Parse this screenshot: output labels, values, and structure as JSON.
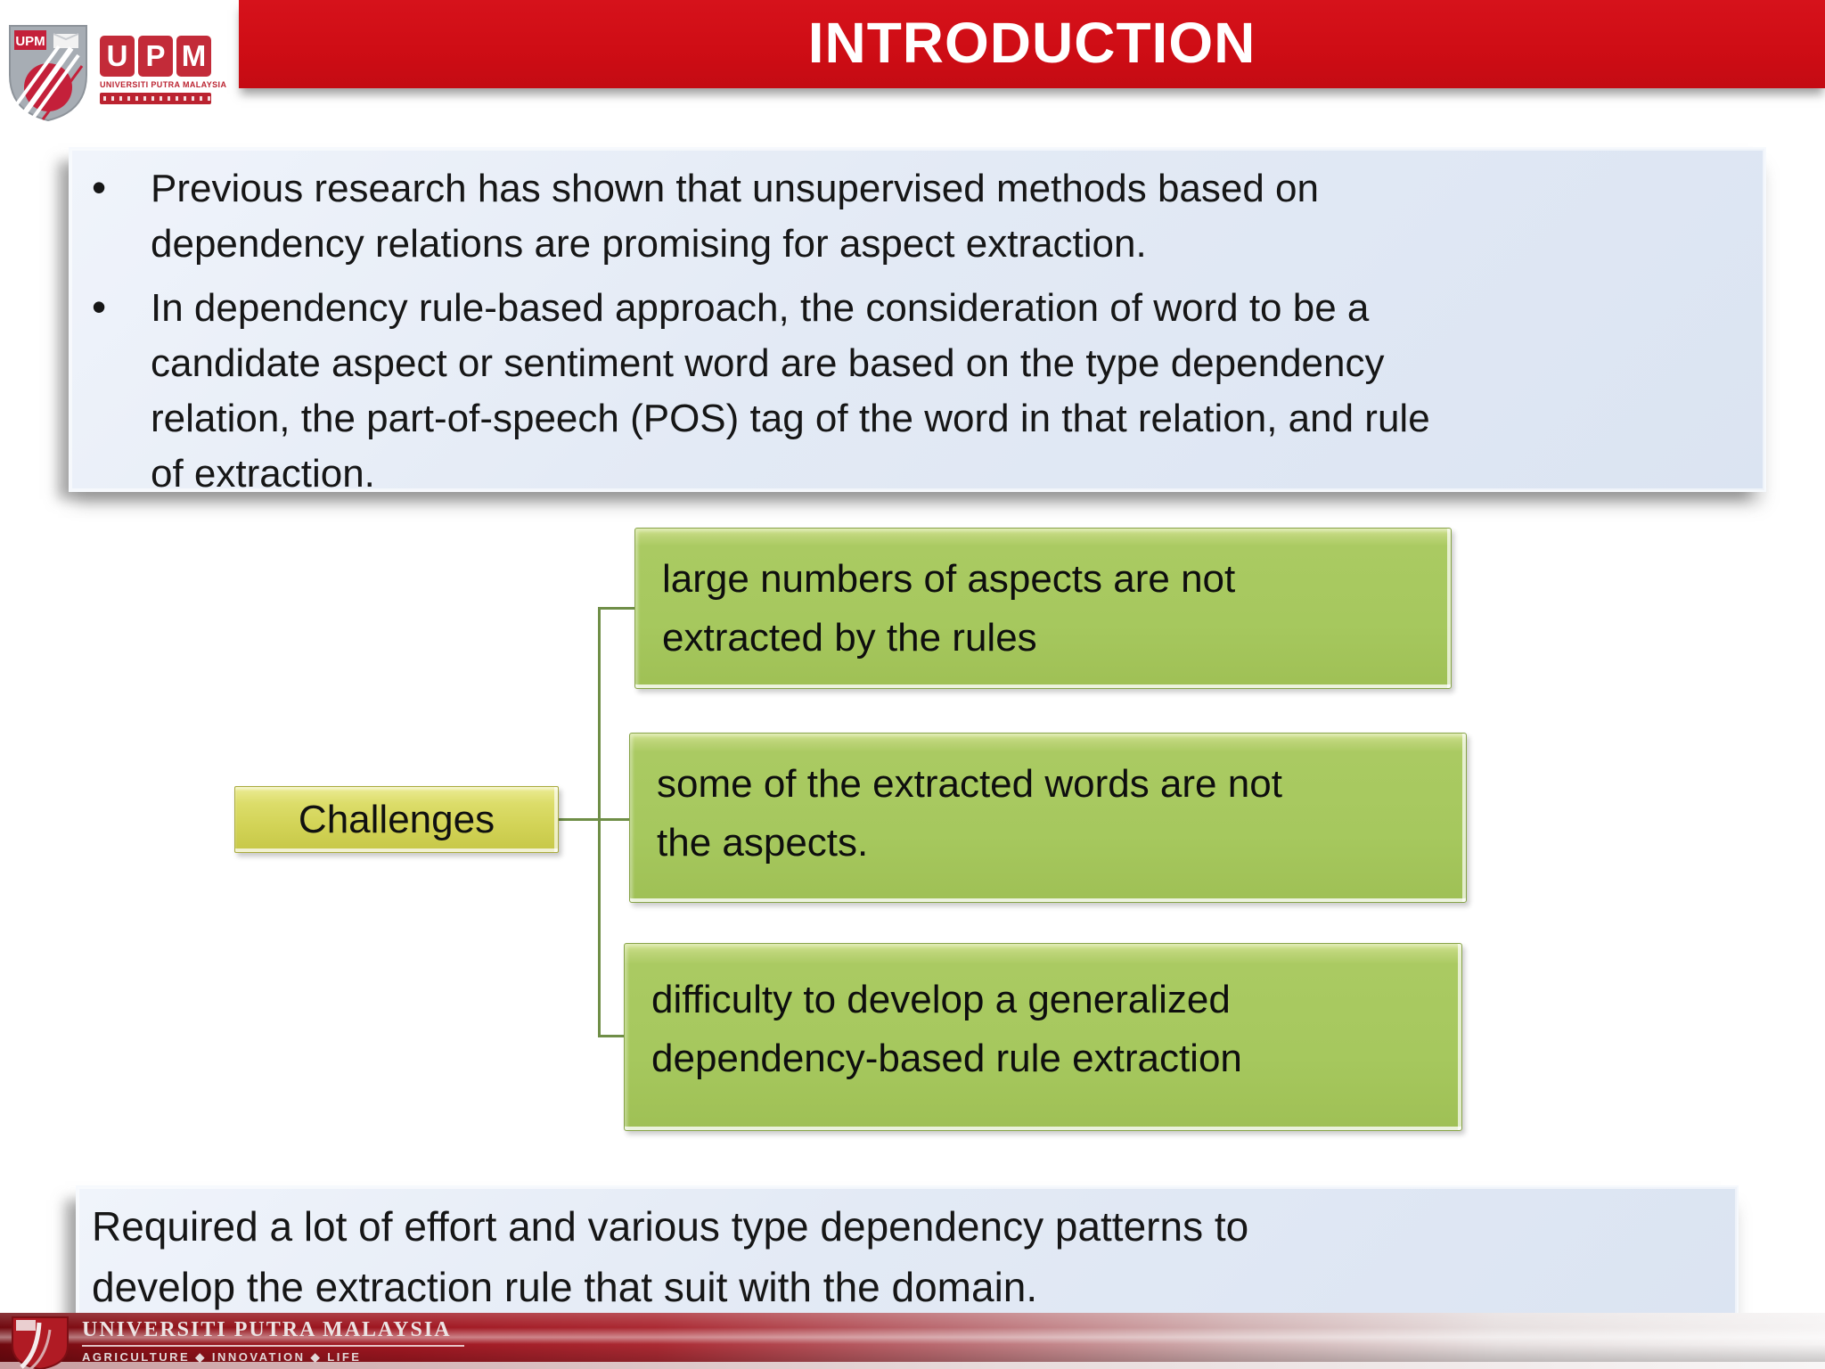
{
  "slide": {
    "title": "INTRODUCTION"
  },
  "logo": {
    "shield_acronym": "UPM",
    "acronym_letters": [
      "U",
      "P",
      "M"
    ],
    "university_name_small": "UNIVERSITI PUTRA MALAYSIA"
  },
  "intro_box": {
    "bullets": [
      {
        "lines": [
          "Previous research has shown that unsupervised methods based on",
          "dependency relations are promising for aspect extraction."
        ]
      },
      {
        "lines": [
          "In dependency rule-based approach, the consideration of word to be a",
          "candidate aspect or sentiment word are based on the type dependency",
          "relation, the part-of-speech (POS) tag of the word in that relation, and rule",
          "of extraction."
        ]
      }
    ]
  },
  "challenges": {
    "label": "Challenges",
    "items": [
      {
        "lines": [
          "large numbers of aspects are not",
          "extracted by the rules"
        ]
      },
      {
        "lines": [
          "some of the extracted words are not",
          "the aspects."
        ]
      },
      {
        "lines": [
          "difficulty to develop a generalized",
          "dependency-based rule extraction"
        ]
      }
    ]
  },
  "conclusion_box": {
    "lines": [
      "Required a lot of effort and various type dependency patterns to",
      "develop the extraction rule that suit with the domain."
    ]
  },
  "footer": {
    "university": "UNIVERSITI PUTRA MALAYSIA",
    "tagline": "AGRICULTURE ◆ INNOVATION ◆ LIFE"
  },
  "colors": {
    "header_red": "#cf0d15",
    "box_blue": "#dfe7f3",
    "smartart_green": "#a6c85e",
    "challenges_yellow": "#d2d356",
    "connector_green": "#6f8e47",
    "footer_dark_red": "#8e1118"
  }
}
